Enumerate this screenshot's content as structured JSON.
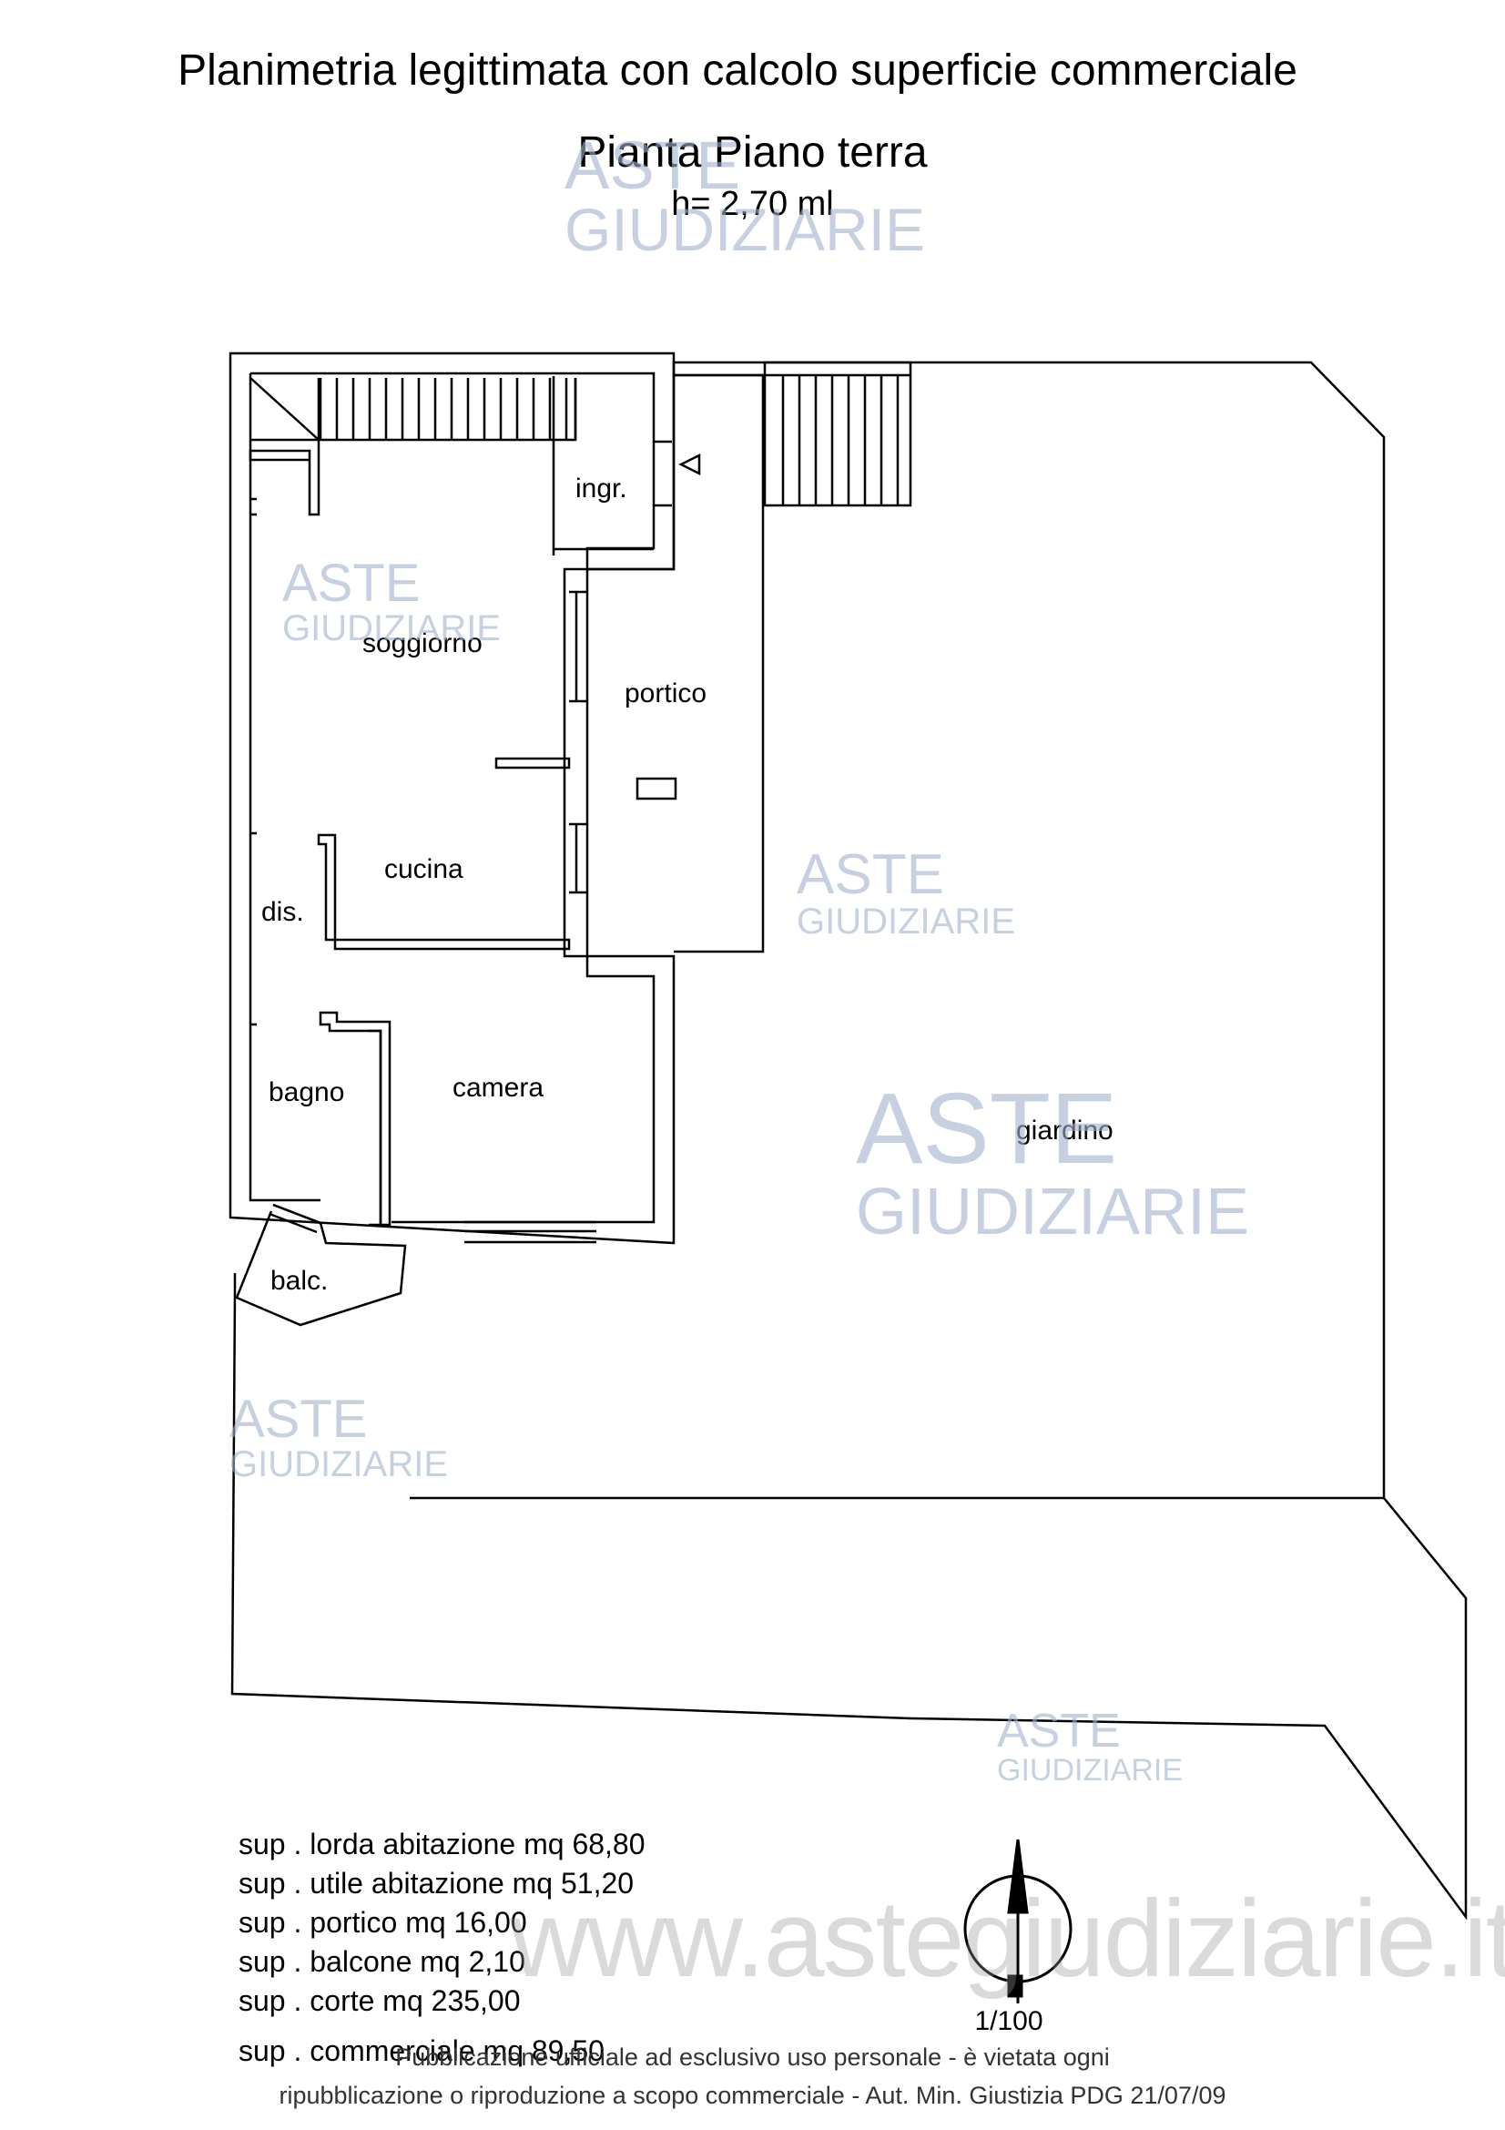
{
  "header": {
    "title": "Planimetria legittimata con calcolo superficie commerciale",
    "subtitle": "Pianta Piano terra",
    "height_note": "h= 2,70 ml"
  },
  "rooms": {
    "ingresso": "ingr.",
    "soggiorno": "soggiorno",
    "portico": "portico",
    "cucina": "cucina",
    "disimpegno": "dis.",
    "bagno": "bagno",
    "camera": "camera",
    "giardino": "giardino",
    "balcone": "balc."
  },
  "surfaces": [
    "sup . lorda abitazione mq 68,80",
    "sup . utile abitazione mq 51,20",
    "sup . portico mq 16,00",
    "sup . balcone mq 2,10",
    "sup . corte mq 235,00",
    "sup . commerciale mq 89,50"
  ],
  "scale": "1/100",
  "footer": {
    "line1": "Pubblicazione ufficiale ad esclusivo uso personale - è vietata ogni",
    "line2": "ripubblicazione o riproduzione a scopo commerciale - Aut. Min. Giustizia PDG 21/07/09"
  },
  "watermark": {
    "brand_top": "ASTE",
    "brand_bottom": "GIUDIZIARIE",
    "url": "www.astegiudiziarie.it",
    "color": "#a0b0cd"
  }
}
